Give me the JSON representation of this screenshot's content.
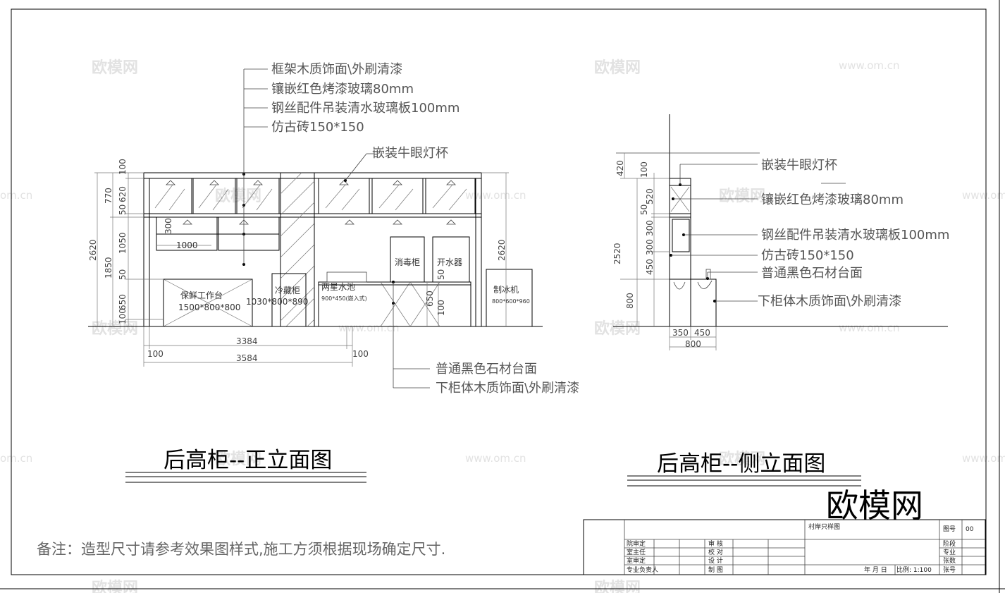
{
  "front_view": {
    "title": "后高柜--正立面图",
    "callouts_top": [
      "框架木质饰面\\外刷清漆",
      "镶嵌红色烤漆玻璃80mm",
      "钢丝配件吊装清水玻璃板100mm",
      "仿古砖150*150"
    ],
    "callout_light": "嵌装牛眼灯杯",
    "callouts_bottom": [
      "普通黑色石材台面",
      "下柜体木质饰面\\外刷清漆"
    ],
    "units": {
      "workbench_name": "保鲜工作台",
      "workbench_size": "1500*800*800",
      "fridge_name": "冷藏柜",
      "fridge_size": "1030*800*890",
      "sink_name": "两星水池",
      "sink_size": "900*450(嵌入式)",
      "disinfect": "消毒柜",
      "boiler": "开水器",
      "ice_name": "制冰机",
      "ice_size": "800*600*960",
      "shelf_width": "1000"
    },
    "dims": {
      "left_total": "2620",
      "left_770": "770",
      "left_100": "100",
      "left_620": "620",
      "left_50a": "50",
      "left_1050": "1050",
      "left_1850": "1850",
      "left_50b": "50",
      "left_650": "650",
      "left_100b": "100",
      "shelf_300": "300",
      "right_2620": "2620",
      "mid_650": "650",
      "mid_100": "100",
      "mid_50": "50",
      "bottom_3384": "3384",
      "bottom_3584": "3584",
      "bottom_100a": "100",
      "bottom_100b": "100"
    }
  },
  "side_view": {
    "title": "后高柜--侧立面图",
    "callouts": [
      "嵌装牛眼灯杯",
      "镶嵌红色烤漆玻璃80mm",
      "钢丝配件吊装清水玻璃板100mm",
      "仿古砖150*150",
      "普通黑色石材台面",
      "下柜体木质饰面\\外刷清漆"
    ],
    "dims": {
      "d420": "420",
      "d100": "100",
      "d2520": "2520",
      "d520": "520",
      "d50": "50",
      "d300a": "300",
      "d300b": "300",
      "d450": "450",
      "d800": "800",
      "w350": "350",
      "w450": "450",
      "w800": "800"
    }
  },
  "note": "备注：造型尺寸请参考效果图样式,施工方须根据现场确定尺寸.",
  "watermark": {
    "brand": "欧模网",
    "url": "www.om.cn",
    "url_edge": "om.cn"
  },
  "title_block": {
    "project_name": "村岸只样图",
    "left_rows": [
      "院审定",
      "室主任",
      "室审定",
      "专业负责人"
    ],
    "mid_rows": [
      "审  核",
      "校  对",
      "设  计",
      "制  图"
    ],
    "right_rows": [
      "阶段",
      "专业",
      "张数",
      "张号"
    ],
    "drawing_no_label": "图号",
    "drawing_no": "00",
    "date_label": "年  月  日",
    "scale": "比例: 1:100"
  }
}
